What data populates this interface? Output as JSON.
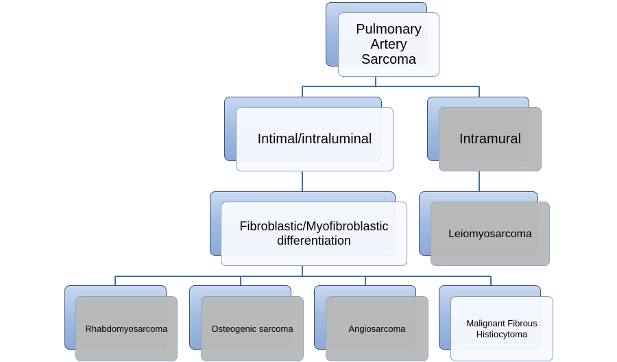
{
  "diagram": {
    "root": {
      "label": "Pulmonary Artery Sarcoma"
    },
    "level1": [
      {
        "label": "Intimal/intraluminal"
      },
      {
        "label": "Intramural"
      }
    ],
    "level2": [
      {
        "label": "Fibroblastic/Myofibroblastic differentiation"
      },
      {
        "label": "Leiomyosarcoma"
      }
    ],
    "level3": [
      {
        "label": "Rhabdomyosarcoma"
      },
      {
        "label": "Osteogenic sarcoma"
      },
      {
        "label": "Angiosarcoma"
      },
      {
        "label": "Malignant Fibrous Histiocytoma"
      }
    ]
  },
  "colors": {
    "connector": "#3f6ea8",
    "shadow_box": "#9db8df",
    "front_light": "#f8fafe",
    "front_grey": "#b8b8b8"
  }
}
